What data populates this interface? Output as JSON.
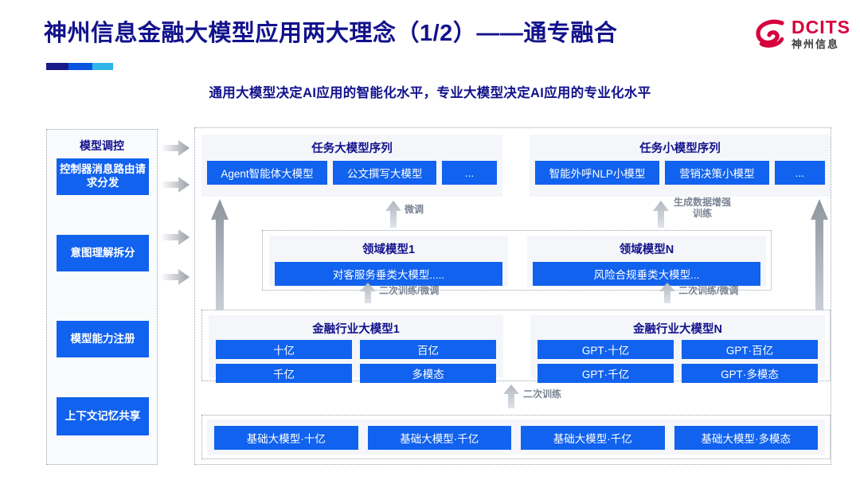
{
  "header": {
    "title": "神州信息金融大模型应用两大理念（1/2）——通专融合",
    "subtitle": "通用大模型决定AI应用的智能化水平，专业大模型决定AI应用的专业化水平",
    "logo_en": "DCITS",
    "logo_cn": "神州信息",
    "title_color": "#12128c",
    "logo_color": "#d6003c",
    "accent_colors": [
      "#1a1a8c",
      "#0a55e0",
      "#2fb6e8"
    ]
  },
  "sidebar": {
    "title": "模型调控",
    "items": [
      {
        "label": "控制器消息路由请求分发"
      },
      {
        "label": "意图理解拆分"
      },
      {
        "label": "模型能力注册"
      },
      {
        "label": "上下文记忆共享"
      }
    ]
  },
  "diagram": {
    "accent_blue": "#1162ee",
    "panel_bg": "#f4f6f9",
    "task_large": {
      "title": "任务大模型序列",
      "chips": [
        "Agent智能体大模型",
        "公文撰写大模型",
        "..."
      ]
    },
    "task_small": {
      "title": "任务小模型序列",
      "chips": [
        "智能外呼NLP小模型",
        "营销决策小模型",
        "..."
      ]
    },
    "domain_1": {
      "title": "领域模型1",
      "chips": [
        "对客服务垂类大模型....."
      ]
    },
    "domain_n": {
      "title": "领域模型N",
      "chips": [
        "风险合规垂类大模型..."
      ]
    },
    "finance_1": {
      "title": "金融行业大模型1",
      "chips": [
        "十亿",
        "百亿",
        "千亿",
        "多模态"
      ]
    },
    "finance_n": {
      "title": "金融行业大模型N",
      "chips": [
        "GPT·十亿",
        "GPT·百亿",
        "GPT·千亿",
        "GPT·多模态"
      ]
    },
    "base_models": {
      "chips": [
        "基础大模型·十亿",
        "基础大模型·千亿",
        "基础大模型·千亿",
        "基础大模型·多模态"
      ]
    },
    "arrow_labels": {
      "finetune": "微调",
      "data_augment": "生成数据增强\n训练",
      "retrain_finetune_left": "二次训练/微调",
      "retrain_finetune_right": "二次训练/微调",
      "retrain": "二次训练"
    }
  }
}
